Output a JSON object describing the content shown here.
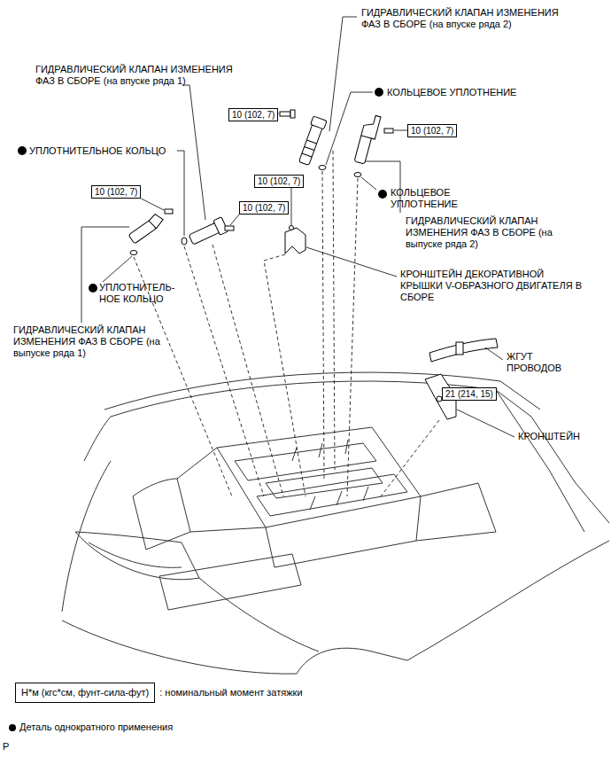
{
  "diagram": {
    "nodes": [
      {
        "text": [
          "10 (102, 7)"
        ]
      },
      {
        "text": [
          "10 (102, 7)"
        ]
      },
      {
        "text": [
          "10 (102, 7)"
        ]
      },
      {
        "text": [
          "10 (102, 7)"
        ]
      },
      {
        "text": [
          "10 (102, 7)"
        ]
      },
      {
        "text": [
          "21 (214, 15)"
        ]
      },
      {
        "text": [
          "Н*м (кгс*см, фунт-сила-фут)"
        ]
      }
    ],
    "labels": [
      "ГИДРАВЛИЧЕСКИЙ КЛАПАН ИЗМЕНЕНИЯ ФАЗ В СБОРЕ (на впуске ряда 2)",
      "ГИДРАВЛИЧЕСКИЙ КЛАПАН ИЗМЕНЕНИЯ ФАЗ В СБОРЕ (на впуске ряда 1)",
      "КОЛЬЦЕВОЕ УПЛОТНЕНИЕ",
      "УПЛОТНИТЕЛЬНОЕ КОЛЬЦО",
      "КОЛЬЦЕВОЕ УПЛОТНЕНИЕ",
      "ГИДРАВЛИЧЕСКИЙ КЛАПАН ИЗМЕНЕНИЯ ФАЗ В СБОРЕ (на выпуске ряда 2)",
      "КРОНШТЕЙН ДЕКОРАТИВНОЙ КРЫШКИ V-ОБРАЗНОГО ДВИГАТЕЛЯ В СБОРЕ",
      "УПЛОТНИТЕЛЬ- НОЕ КОЛЬЦО",
      "ГИДРАВЛИЧЕСКИЙ КЛАПАН ИЗМЕНЕНИЯ ФАЗ В СБОРЕ (на выпуске ряда 1)",
      "ЖГУТ ПРОВОДОВ",
      "КРОНШТЕЙН",
      ": номинальный момент затяжки",
      "P"
    ],
    "legend": [
      {
        "text": "Деталь однократного применения"
      }
    ]
  }
}
